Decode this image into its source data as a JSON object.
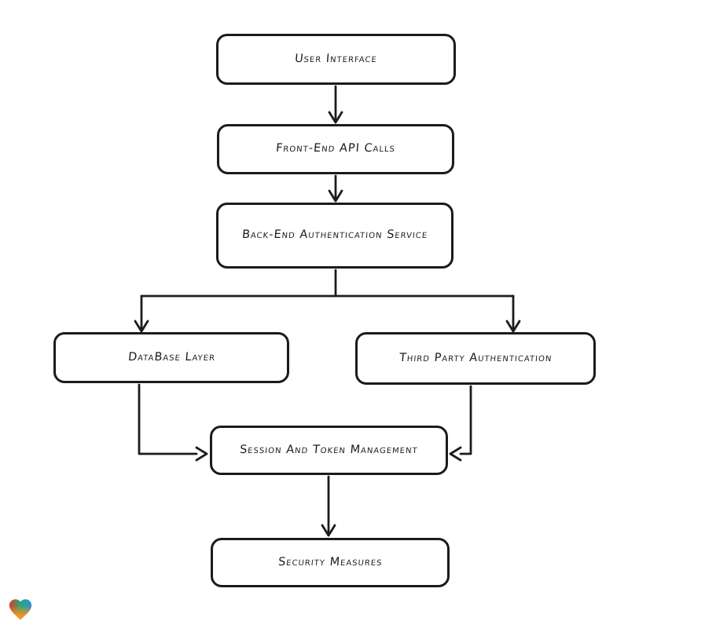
{
  "diagram": {
    "type": "flowchart",
    "style": "hand-drawn",
    "colors": {
      "background": "#ffffff",
      "node_fill": "#ffffff",
      "stroke": "#1b1b1b",
      "text": "#1c1c1c"
    },
    "nodes": [
      {
        "id": "user-interface",
        "label": "User Interface"
      },
      {
        "id": "front-end-api-calls",
        "label": "Front-End API Calls"
      },
      {
        "id": "back-end-authentication-service",
        "label": "Back-End Authentication Service"
      },
      {
        "id": "database-layer",
        "label": "DataBase Layer"
      },
      {
        "id": "third-party-authentication",
        "label": "Third Party Authentication"
      },
      {
        "id": "session-and-token-management",
        "label": "Session And Token Management"
      },
      {
        "id": "security-measures",
        "label": "Security Measures"
      }
    ],
    "edges": [
      {
        "from": "user-interface",
        "to": "front-end-api-calls"
      },
      {
        "from": "front-end-api-calls",
        "to": "back-end-authentication-service"
      },
      {
        "from": "back-end-authentication-service",
        "to": "database-layer"
      },
      {
        "from": "back-end-authentication-service",
        "to": "third-party-authentication"
      },
      {
        "from": "database-layer",
        "to": "session-and-token-management"
      },
      {
        "from": "third-party-authentication",
        "to": "session-and-token-management"
      },
      {
        "from": "session-and-token-management",
        "to": "security-measures"
      }
    ],
    "logo": {
      "name": "gradient-heart",
      "colors": [
        "#e73529",
        "#2aa876",
        "#2b8fd8",
        "#f7941d"
      ]
    }
  }
}
